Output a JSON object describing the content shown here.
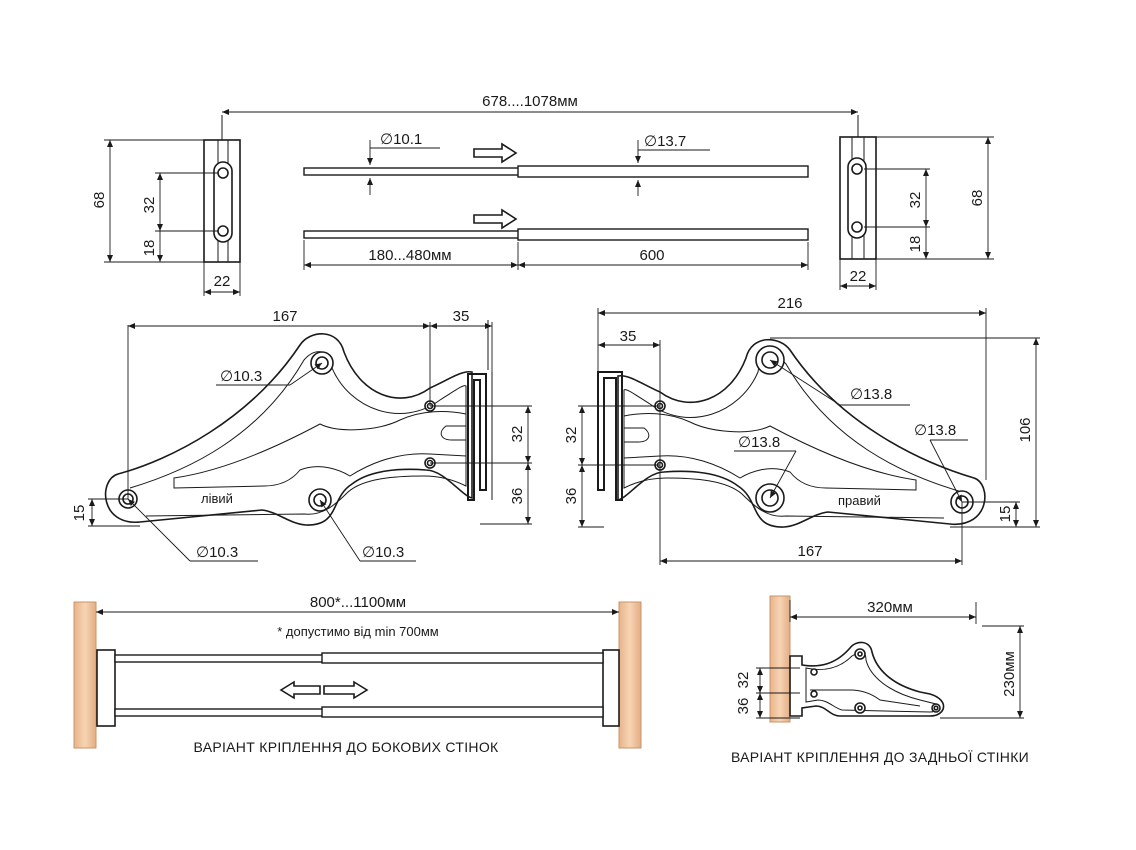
{
  "top": {
    "overall_length": "678....1078мм",
    "diam_small_rod": "∅10.1",
    "diam_large_rod": "∅13.7",
    "inner_rod_length": "180...480мм",
    "outer_tube_length": "600",
    "left_plate": {
      "height": "68",
      "hole_spacing": "32",
      "bottom_offset": "18",
      "width": "22"
    },
    "right_plate": {
      "height": "68",
      "hole_spacing": "32",
      "bottom_offset": "18",
      "width": "22"
    }
  },
  "left_bracket": {
    "label": "лівий",
    "width": "167",
    "mount_offset": "35",
    "hole_spacing": "32",
    "bottom_height": "36",
    "end_height": "15",
    "hole_top": "∅10.3",
    "hole_end": "∅10.3",
    "hole_bottom": "∅10.3"
  },
  "right_bracket": {
    "label": "правий",
    "overall_width": "216",
    "mount_offset": "35",
    "width": "167",
    "height": "106",
    "hole_spacing": "32",
    "bottom_height": "36",
    "end_height": "15",
    "hole_top": "∅13.8",
    "hole_mid": "∅13.8",
    "hole_end": "∅13.8"
  },
  "side_mount": {
    "span": "800*...1100мм",
    "note": "* допустимо від min 700мм",
    "caption": "ВАРІАНТ КРІПЛЕННЯ ДО БОКОВИХ СТІНОК"
  },
  "back_mount": {
    "depth": "320мм",
    "height": "230мм",
    "hole_spacing": "32",
    "bottom_height": "36",
    "caption": "ВАРІАНТ КРІПЛЕННЯ ДО ЗАДНЬОЇ СТІНКИ"
  },
  "colors": {
    "wood": "#f2c9a4",
    "wood_edge": "#d9a57c",
    "line": "#1a1a1a"
  }
}
